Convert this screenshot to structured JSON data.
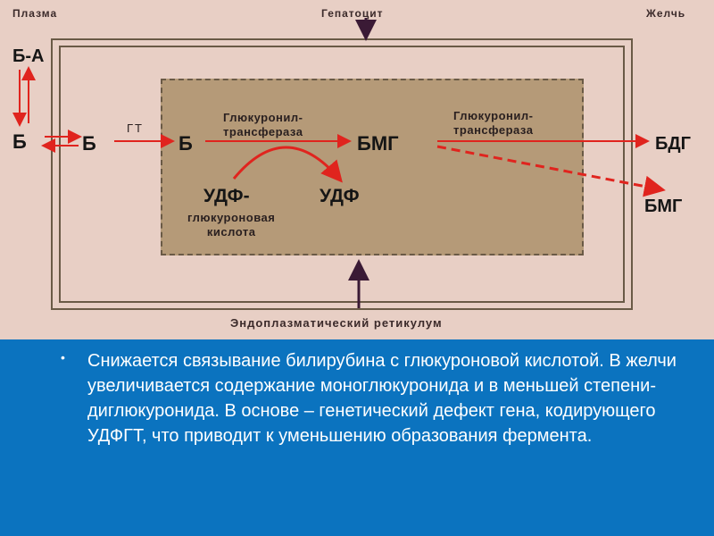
{
  "diagram": {
    "header": {
      "left": "Плазма",
      "center": "Гепатоцит",
      "right": "Желчь"
    },
    "labels": {
      "b_a": "Б-А",
      "b_plasma": "Б",
      "b_membrane": "Б",
      "gt": "ГТ",
      "b_cell": "Б",
      "bmg_cell": "БМГ",
      "enzyme1": "Глюкуронил-\nтрансфераза",
      "enzyme2": "Глюкуронил-\nтрансфераза",
      "udf_gluc": "УДФ-",
      "gluc_acid": "глюкуроновая\nкислота",
      "udf": "УДФ",
      "bdg": "БДГ",
      "bmg_bile": "БМГ",
      "er": "Эндоплазматический ретикулум"
    },
    "colors": {
      "arrow_red": "#e0241e",
      "arrow_dark": "#3a1a35",
      "panel_blue": "#0b73bf"
    }
  },
  "notes": {
    "bullet": "•",
    "text": "Снижается связывание билирубина с глюкуроновой кислотой. В желчи увеличивается содержание моноглюкуронида и в меньшей степени- диглюкуронида. В основе – генетический дефект гена, кодирующего УДФГТ, что приводит к уменьшению образования фермента."
  }
}
